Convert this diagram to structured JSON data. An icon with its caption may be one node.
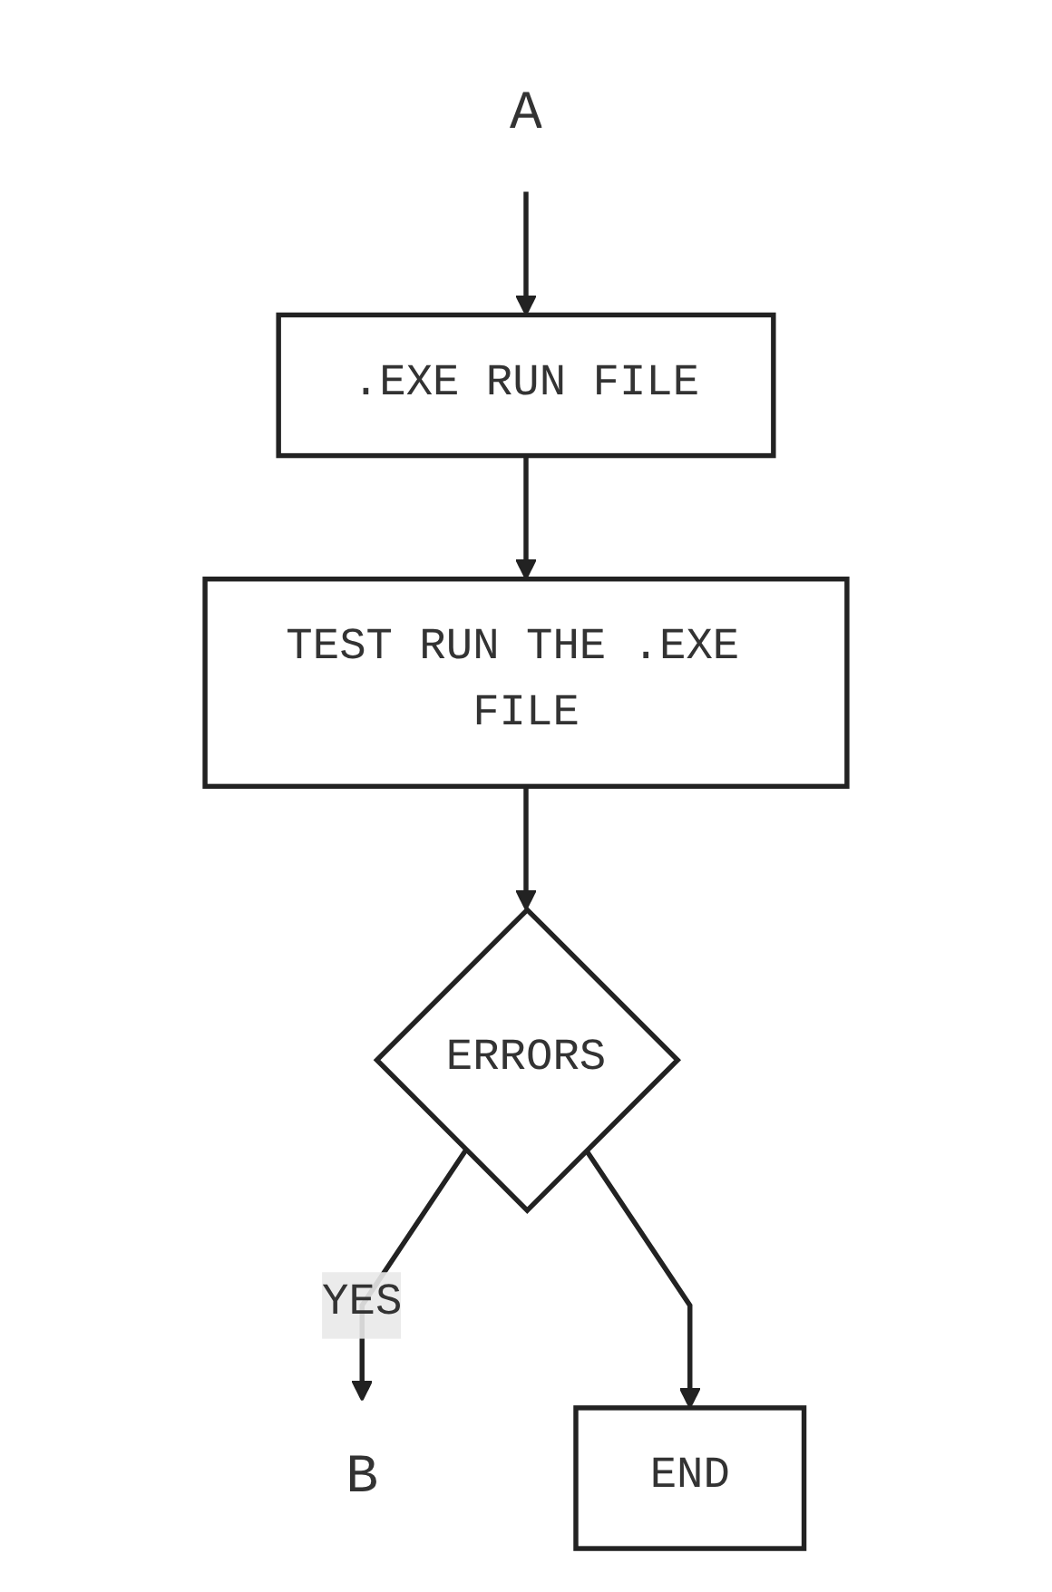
{
  "diagram": {
    "nodes": [
      {
        "text": [
          "B"
        ]
      },
      {
        "text": [
          "A"
        ]
      },
      {
        "text": [
          ".EXE RUN FILE"
        ]
      },
      {
        "text": [
          "TEST RUN THE .EXE FILE"
        ]
      },
      {
        "text": [
          "ERRORS"
        ]
      },
      {
        "text": [
          "END"
        ]
      }
    ],
    "edges": [
      {
        "from": 1,
        "to": 2,
        "arrow": "to"
      },
      {
        "from": 2,
        "to": 3,
        "arrow": "to"
      },
      {
        "from": 3,
        "to": 4,
        "arrow": "to"
      },
      {
        "from": 4,
        "to": 0,
        "arrow": "to",
        "label": "YES"
      },
      {
        "from": 4,
        "to": 5,
        "arrow": "to"
      }
    ]
  }
}
